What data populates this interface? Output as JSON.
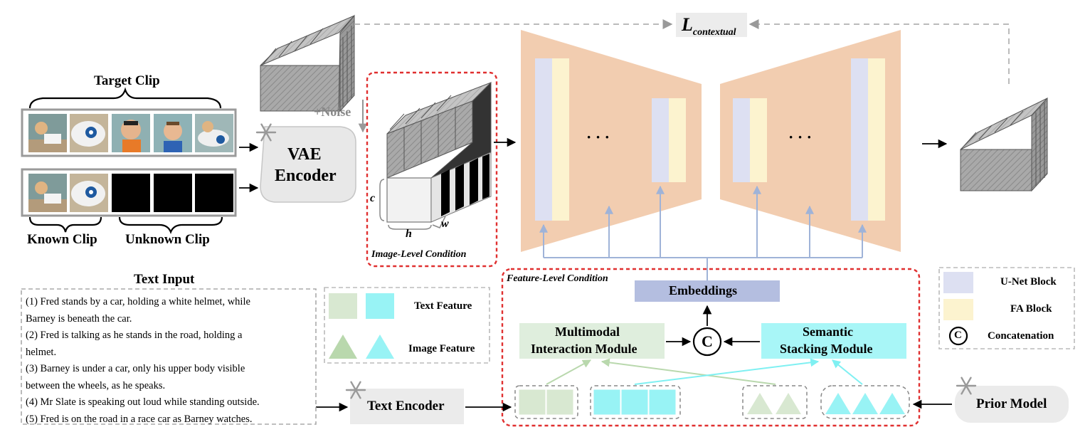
{
  "labels": {
    "target_clip": "Target Clip",
    "known_clip": "Known Clip",
    "unknown_clip": "Unknown Clip",
    "noise": "+Noise",
    "vae_line1": "VAE",
    "vae_line2": "Encoder",
    "dim_c": "c",
    "dim_h": "h",
    "dim_w": "w",
    "image_level_condition": "Image-Level Condition",
    "feature_level_condition": "Feature-Level Condition",
    "loss_main": "L",
    "loss_sub": "contextual",
    "ellipsis": "·  ·  ·",
    "embeddings": "Embeddings",
    "concat_symbol": "C",
    "mim_line1": "Multimodal",
    "mim_line2": "Interaction Module",
    "ssm_line1": "Semantic",
    "ssm_line2": "Stacking Module",
    "text_encoder": "Text Encoder",
    "prior_model": "Prior Model",
    "text_input_title": "Text Input"
  },
  "text_input_lines": [
    "(1)  Fred stands by a car, holding a white helmet, while",
    "Barney is beneath the car.",
    "(2) Fred is talking as he stands in the road, holding a",
    "helmet.",
    "(3) Barney is under a car, only his upper body visible",
    "between the wheels, as he speaks.",
    "(4) Mr Slate is speaking out loud while standing outside.",
    "(5) Fred is on the road in a race car as Barney watches."
  ],
  "feature_legend": {
    "text_feature": "Text Feature",
    "image_feature": "Image Feature"
  },
  "block_legend": {
    "unet_block": "U-Net Block",
    "fa_block": "FA Block",
    "concatenation": "Concatenation"
  },
  "colors": {
    "unet_block": "#dde0f2",
    "fa_block": "#fcf3cf",
    "unet_body": "#f2cdb0",
    "text_feature": "#d8e8d1",
    "image_feature": "#98f3f5",
    "embeddings": "#b4bee0",
    "mim_box": "#dfeedd",
    "ssm_box": "#a8f6f7",
    "dashed_red": "#e03030",
    "cube_face": "#a9a9a9",
    "blue_arrow": "#9fb3d8"
  },
  "icons": {
    "frozen": "snowflake-icon"
  }
}
